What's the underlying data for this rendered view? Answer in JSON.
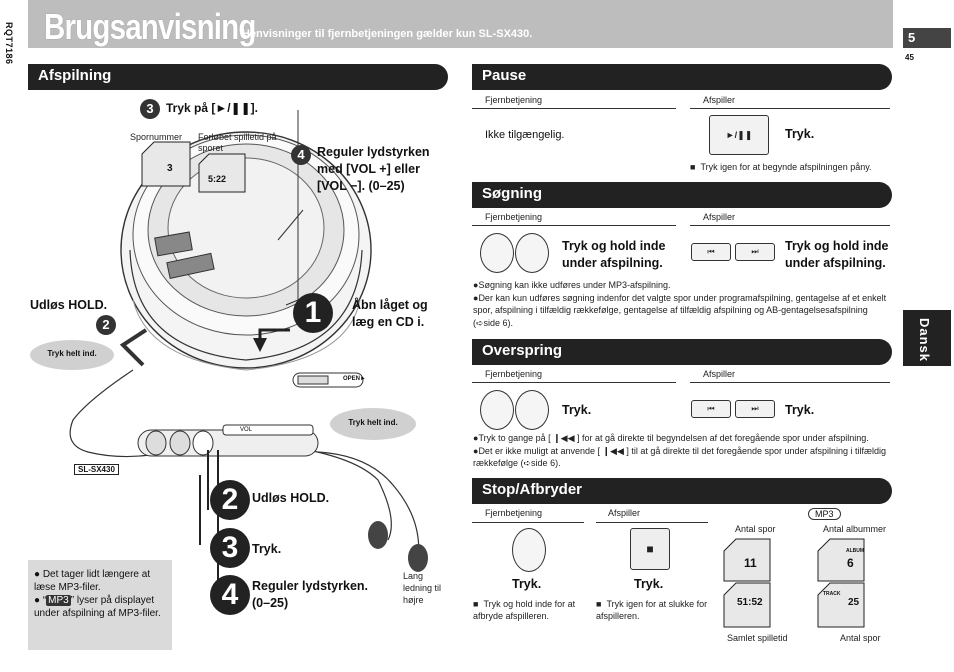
{
  "header": {
    "code": "RQT7186",
    "title": "Brugsanvisning",
    "subtitle": "Henvisninger til fjernbetjeningen gælder kun SL-SX430.",
    "page": "5",
    "page_sub": "45",
    "side_tab": "Dansk"
  },
  "left": {
    "section": "Afspilning",
    "step3_label": "Tryk på [►/❚❚].",
    "spornummer": "Spornummer",
    "forlobet": "Forløbet spilletid på sporet",
    "disp_track": "3",
    "disp_time": "5:22",
    "step4_label": "Reguler lydstyrken med [VOL +] eller [VOL −]. (0–25)",
    "udlos_hold": "Udløs HOLD.",
    "abn_laget": "Åbn låget og læg en CD i.",
    "tryk_helt_ind_1": "Tryk helt ind.",
    "tryk_helt_ind_2": "Tryk helt ind.",
    "open_label": "OPEN►",
    "vol_label": "VOL",
    "model": "SL-SX430",
    "r_step2": "Udløs HOLD.",
    "r_step3": "Tryk.",
    "r_step4": "Reguler lydstyrken. (0–25)",
    "lang_ledning": "Lang ledning til højre",
    "info1": "Det tager lidt længere at læse MP3-filer.",
    "info2_pre": "“",
    "info2_badge": "MP3",
    "info2_post": "” lyser på displayet under afspilning af MP3-filer.",
    "big_nums": [
      "1",
      "2",
      "3",
      "4"
    ],
    "circ_nums": [
      "3",
      "4",
      "2"
    ]
  },
  "right": {
    "remote_label": "Fjernbetjening",
    "player_label": "Afspiller",
    "pause": {
      "title": "Pause",
      "remote_text": "Ikke tilgængelig.",
      "player_btn": "►/❚❚",
      "player_text": "Tryk.",
      "note": "Tryk igen for at begynde afspilningen påny."
    },
    "sogning": {
      "title": "Søgning",
      "remote_text": "Tryk og hold inde under afspilning.",
      "player_text": "Tryk og hold inde under afspilning.",
      "btn_prev": "⏮",
      "btn_next": "⏭",
      "notes": [
        "Søgning kan ikke udføres under MP3-afspilning.",
        "Der kan kun udføres søgning indenfor det valgte spor under programafspilning, gentagelse af et enkelt spor, afspilning i tilfældig rækkefølge, gentagelse af tilfældig afspilning og AB-gentagelsesafspilning (➪side 6)."
      ]
    },
    "overspring": {
      "title": "Overspring",
      "remote_text": "Tryk.",
      "player_text": "Tryk.",
      "btn_prev": "⏮",
      "btn_next": "⏭",
      "notes": [
        "Tryk to gange på [ ❙◀◀ ] for at gå direkte til begyndelsen af det foregående spor under afspilning.",
        "Det er ikke muligt at anvende [ ❙◀◀ ] til at gå direkte til det foregående spor under afspilning i tilfældig rækkefølge (➪side 6)."
      ]
    },
    "stop": {
      "title": "Stop/Afbryder",
      "remote_text": "Tryk.",
      "player_text": "Tryk.",
      "player_btn": "■",
      "remote_note": "Tryk og hold inde for at afbryde afspilleren.",
      "player_note": "Tryk igen for at slukke for afspilleren.",
      "mp3_badge": "MP3",
      "antal_spor": "Antal spor",
      "antal_albummer": "Antal albummer",
      "disp_tracks": "11",
      "disp_albums": "6",
      "album_lbl": "ALBUM",
      "disp_total": "51:52",
      "track_lbl": "TRACK",
      "disp_track": "25",
      "samlet": "Samlet spilletid",
      "antal_spor_2": "Antal spor"
    }
  }
}
